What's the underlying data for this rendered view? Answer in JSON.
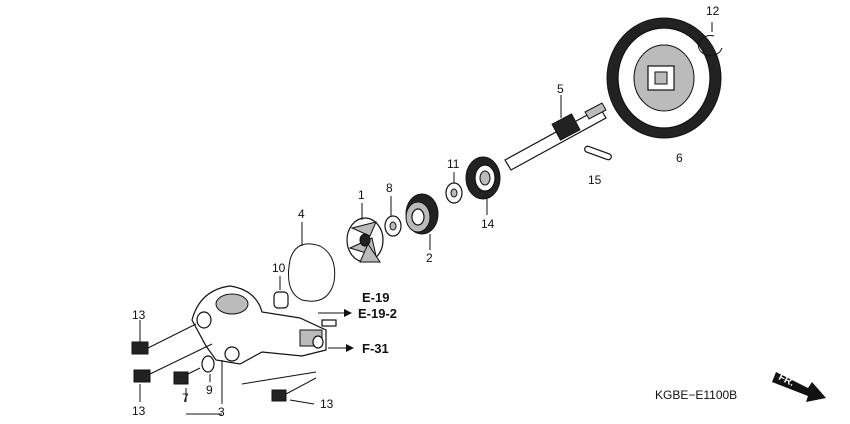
{
  "callouts": {
    "c1": "1",
    "c2": "2",
    "c3": "3",
    "c4": "4",
    "c5": "5",
    "c6": "6",
    "c7": "7",
    "c8": "8",
    "c9": "9",
    "c10": "10",
    "c11": "11",
    "c12": "12",
    "c13a": "13",
    "c13b": "13",
    "c13c": "13",
    "c14": "14",
    "c15": "15"
  },
  "references": {
    "e19": "E-19",
    "e192": "E-19-2",
    "f31": "F-31"
  },
  "diagram_code": "KGBE−E1100B",
  "direction": {
    "label": "FR."
  }
}
